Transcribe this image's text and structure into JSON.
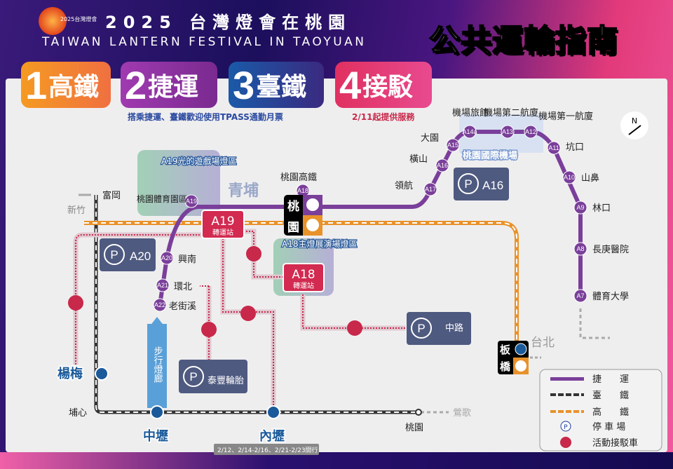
{
  "header": {
    "title": "2025 台灣燈會在桃園",
    "subtitle": "TAIWAN LANTERN FESTIVAL IN TAOYUAN",
    "logo_text": "2025台灣燈會",
    "guide": "公共運輸指南"
  },
  "tabs": [
    {
      "num": "1",
      "label": "高鐵",
      "color": "#f07a22"
    },
    {
      "num": "2",
      "label": "捷運",
      "color": "#8a2f9a"
    },
    {
      "num": "3",
      "label": "臺鐵",
      "color": "#1f4f9a"
    },
    {
      "num": "4",
      "label": "接駁",
      "color": "#e0336a"
    }
  ],
  "notes": {
    "tpass": "搭乘捷運、臺鐵歡迎使用TPASS通勤月票",
    "shuttle": "2/11起提供服務"
  },
  "compass": "N",
  "metro_stations": [
    {
      "code": "A7",
      "name": "體育大學"
    },
    {
      "code": "A8",
      "name": "長庚醫院"
    },
    {
      "code": "A9",
      "name": "林口"
    },
    {
      "code": "A10",
      "name": "山鼻"
    },
    {
      "code": "A11",
      "name": "坑口"
    },
    {
      "code": "A12",
      "name": "機場第一航廈"
    },
    {
      "code": "A13",
      "name": "機場第二航廈"
    },
    {
      "code": "A14a",
      "name": "機場旅館"
    },
    {
      "code": "A15",
      "name": "大園"
    },
    {
      "code": "A16",
      "name": "橫山"
    },
    {
      "code": "A17",
      "name": "領航"
    },
    {
      "code": "A18",
      "name": "桃園高鐵"
    },
    {
      "code": "A19",
      "name": "桃園體育園區"
    },
    {
      "code": "A20",
      "name": "興南"
    },
    {
      "code": "A21",
      "name": "環北"
    },
    {
      "code": "A22",
      "name": "老街溪"
    }
  ],
  "areas": {
    "airport": "桃園國際機場",
    "qingpu": "青埔",
    "a19_zone": "A19光的遊戲場燈區",
    "a18_zone": "A18主燈展演場燈區",
    "taoyuan_hsr": "桃",
    "taoyuan_hsr2": "園",
    "banqiao": "板",
    "banqiao2": "橋",
    "taipei": "台北",
    "hsinchu": "新竹",
    "fugang": "富岡",
    "yingge": "鶯歌",
    "puxin": "埔心",
    "taoyuan_tra": "桃園"
  },
  "transfer": [
    {
      "code": "A19",
      "label": "轉運站"
    },
    {
      "code": "A18",
      "label": "轉運站"
    }
  ],
  "parking": [
    {
      "label": "A16"
    },
    {
      "label": "A20"
    },
    {
      "label": "中路"
    },
    {
      "label": "泰豐輪胎"
    }
  ],
  "tra_stations": {
    "yangmei": "楊梅",
    "zhongli": "中壢",
    "neili": "內壢"
  },
  "walkway": "步行燈廊",
  "neili_note": "2/12、2/14-2/16、2/21-2/23開行",
  "legend": [
    {
      "label": "捷　　運",
      "color": "#7a3f9a"
    },
    {
      "label": "臺　　鐵",
      "color": "#333333"
    },
    {
      "label": "高　　鐵",
      "color": "#e8922a"
    },
    {
      "label": "停 車 場",
      "icon": "parking-icon"
    },
    {
      "label": "活動接駁車",
      "icon": "shuttle-bus-icon",
      "color": "#c8284a"
    }
  ]
}
